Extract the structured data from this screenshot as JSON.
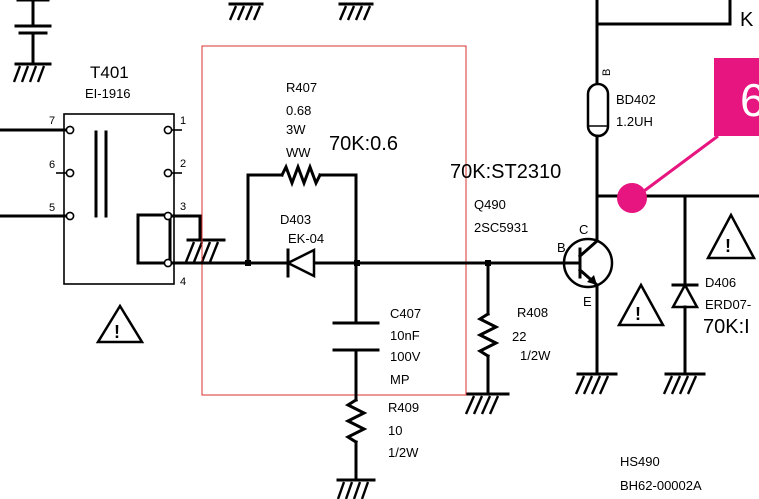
{
  "transformer": {
    "ref": "T401",
    "part": "EI-1916",
    "pins": [
      "7",
      "6",
      "5",
      "1",
      "2",
      "3",
      "4"
    ]
  },
  "resistor_r407": {
    "ref": "R407",
    "value": "0.68",
    "power": "3W",
    "type": "WW"
  },
  "diode_d403": {
    "ref": "D403",
    "part": "EK-04"
  },
  "capacitor_c407": {
    "ref": "C407",
    "value": "10nF",
    "voltage": "100V",
    "type": "MP"
  },
  "resistor_r409": {
    "ref": "R409",
    "value": "10",
    "power": "1/2W"
  },
  "resistor_r408": {
    "ref": "R408",
    "value": "22",
    "power": "1/2W"
  },
  "transistor_q490": {
    "ref": "Q490",
    "part": "2SC5931",
    "pin_c": "C",
    "pin_b": "B",
    "pin_e": "E"
  },
  "inductor_bd402": {
    "ref": "BD402",
    "value": "1.2UH"
  },
  "diode_d406": {
    "ref": "D406",
    "part": "ERD07-"
  },
  "annotations": {
    "r407_note": "70K:0.6",
    "q490_note": "70K:ST2310",
    "d406_note": "70K:I",
    "top_right_letter": "K",
    "callout_digit": "6"
  },
  "heatsink": {
    "ref": "HS490",
    "part": "BH62-00002A"
  },
  "warning_symbol": "!",
  "colors": {
    "callout": "#e6157f",
    "highlight_box": "#d9302c",
    "wire": "#000000"
  }
}
